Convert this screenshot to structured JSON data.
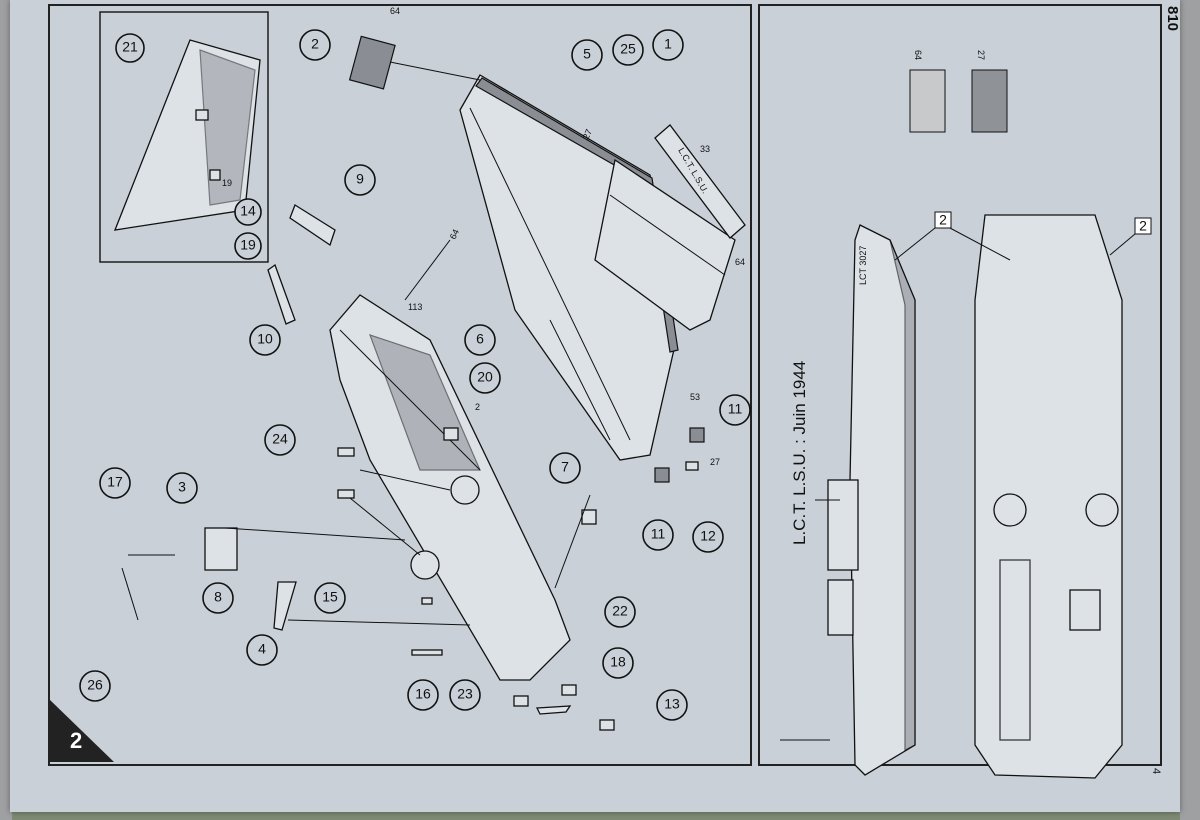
{
  "sheet": {
    "step_number": "2",
    "page_number": "4",
    "corner_code": "810"
  },
  "callouts": [
    "1",
    "2",
    "3",
    "4",
    "5",
    "6",
    "7",
    "8",
    "9",
    "10",
    "11",
    "11",
    "12",
    "13",
    "14",
    "15",
    "16",
    "17",
    "18",
    "19",
    "20",
    "21",
    "22",
    "23",
    "24",
    "25",
    "26",
    "2",
    "2"
  ],
  "colour_codes": [
    "64",
    "64",
    "64",
    "27",
    "27",
    "33",
    "53",
    "113",
    "2",
    "19"
  ],
  "legend": {
    "swatches": [
      {
        "code": "64",
        "color": "#c7c9cb"
      },
      {
        "code": "27",
        "color": "#8f9397"
      }
    ]
  },
  "profile": {
    "title": "L.C.T. L.S.U. : Juin 1944",
    "hull_marking": "LCT 3027",
    "callout": "2"
  },
  "name_plate": "L.C.T. L.S.U."
}
